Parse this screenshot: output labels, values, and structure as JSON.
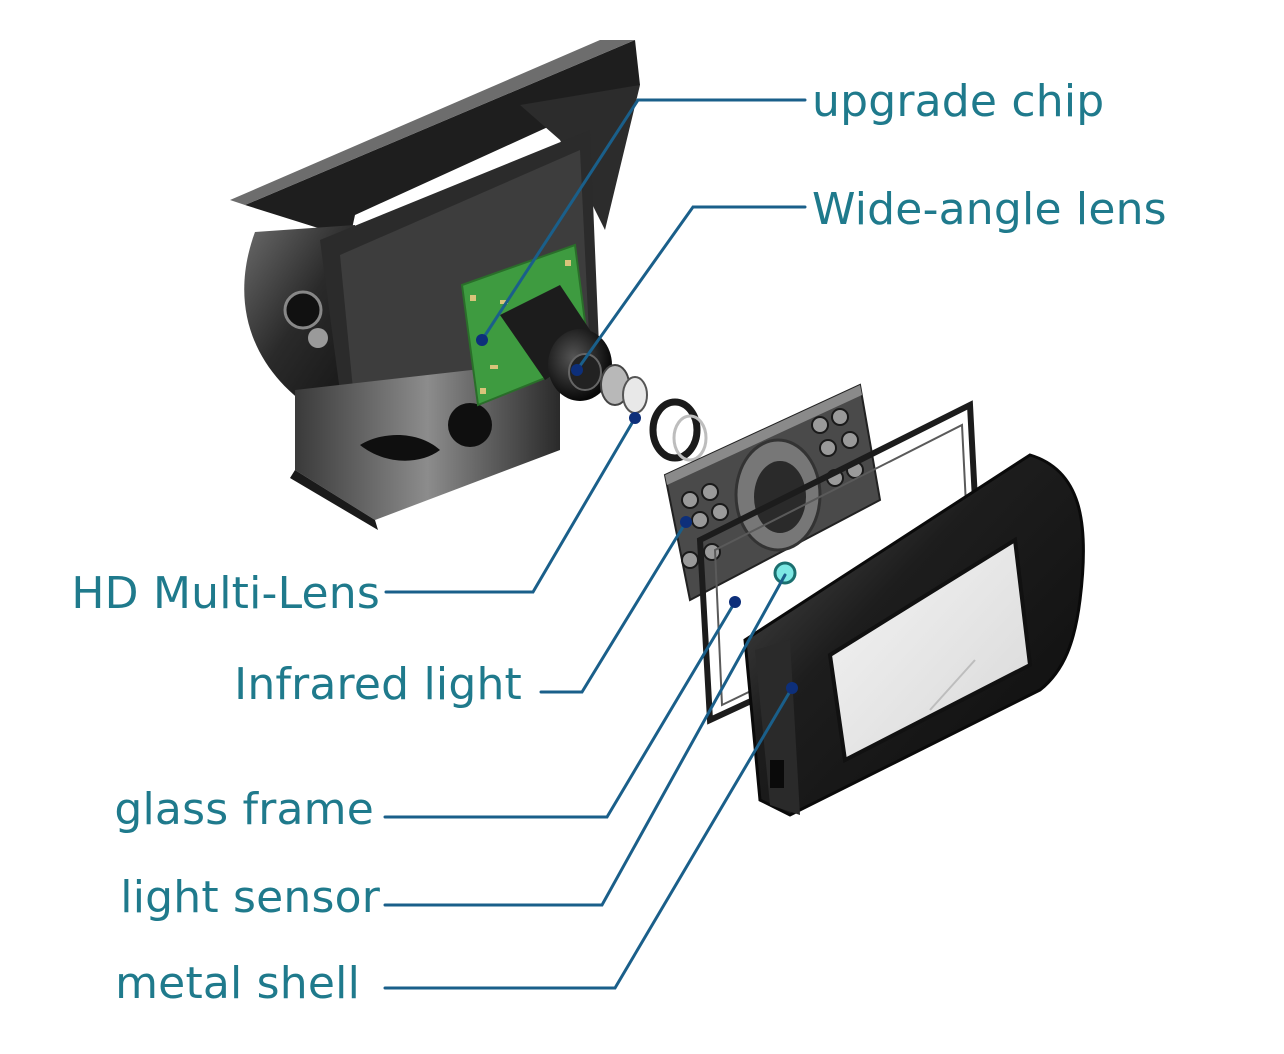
{
  "colors": {
    "label_text": "#1f7a8c",
    "leader_line": "#1a5f8a",
    "leader_dot": "#0d2f7a",
    "housing_dark": "#262626",
    "housing_mid": "#4a4a4a",
    "housing_light": "#8a8a8a",
    "pcb_green": "#3a9a3a",
    "glass_cyan": "#6ee0e0"
  },
  "labels": {
    "upgrade_chip": "upgrade chip",
    "wide_angle_lens": "Wide-angle lens",
    "hd_multi_lens": "HD Multi-Lens",
    "infrared_light": "Infrared light",
    "glass_frame": "glass frame",
    "light_sensor": "light sensor",
    "metal_shell": "metal shell"
  }
}
